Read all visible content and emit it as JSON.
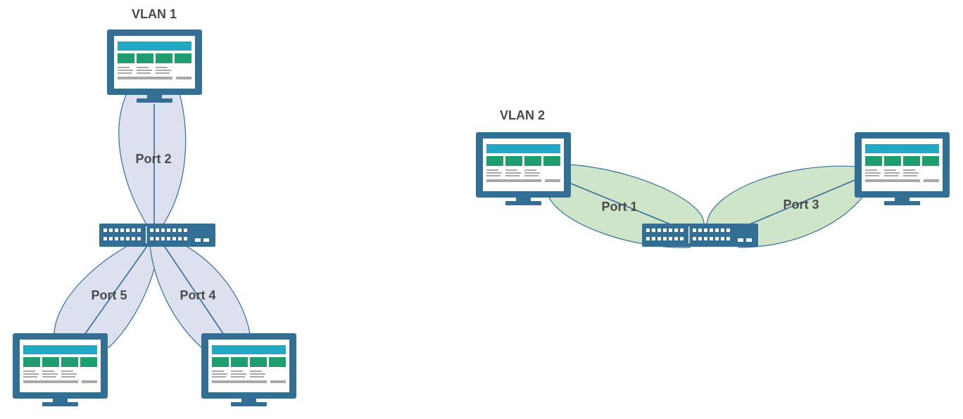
{
  "diagram": {
    "colors": {
      "frame": "#336e95",
      "screen_bg": "#ffffff",
      "header_bar": "#22a9c7",
      "tiles": "#1e9e6e",
      "text_lines": "#a9a9a9",
      "switch_body": "#336e95",
      "switch_port": "#ffffff",
      "vlan1_fill": "#dde0ee",
      "vlan2_fill": "#cfe5c9",
      "lobe_stroke": "#336e95",
      "link": "#336e95",
      "label": "#4a4a4a"
    },
    "vlans": [
      {
        "id": "vlan1",
        "title": "VLAN 1",
        "switch": "switch-1",
        "ports": [
          {
            "id": "port-2",
            "label": "Port 2",
            "host": "host-1-top"
          },
          {
            "id": "port-5",
            "label": "Port 5",
            "host": "host-1-bottom-left"
          },
          {
            "id": "port-4",
            "label": "Port 4",
            "host": "host-1-bottom-right"
          }
        ]
      },
      {
        "id": "vlan2",
        "title": "VLAN 2",
        "switch": "switch-2",
        "ports": [
          {
            "id": "port-1",
            "label": "Port 1",
            "host": "host-2-left"
          },
          {
            "id": "port-3",
            "label": "Port 3",
            "host": "host-2-right"
          }
        ]
      }
    ],
    "icons": {
      "monitor": "monitor-icon",
      "switch": "network-switch-icon"
    }
  }
}
